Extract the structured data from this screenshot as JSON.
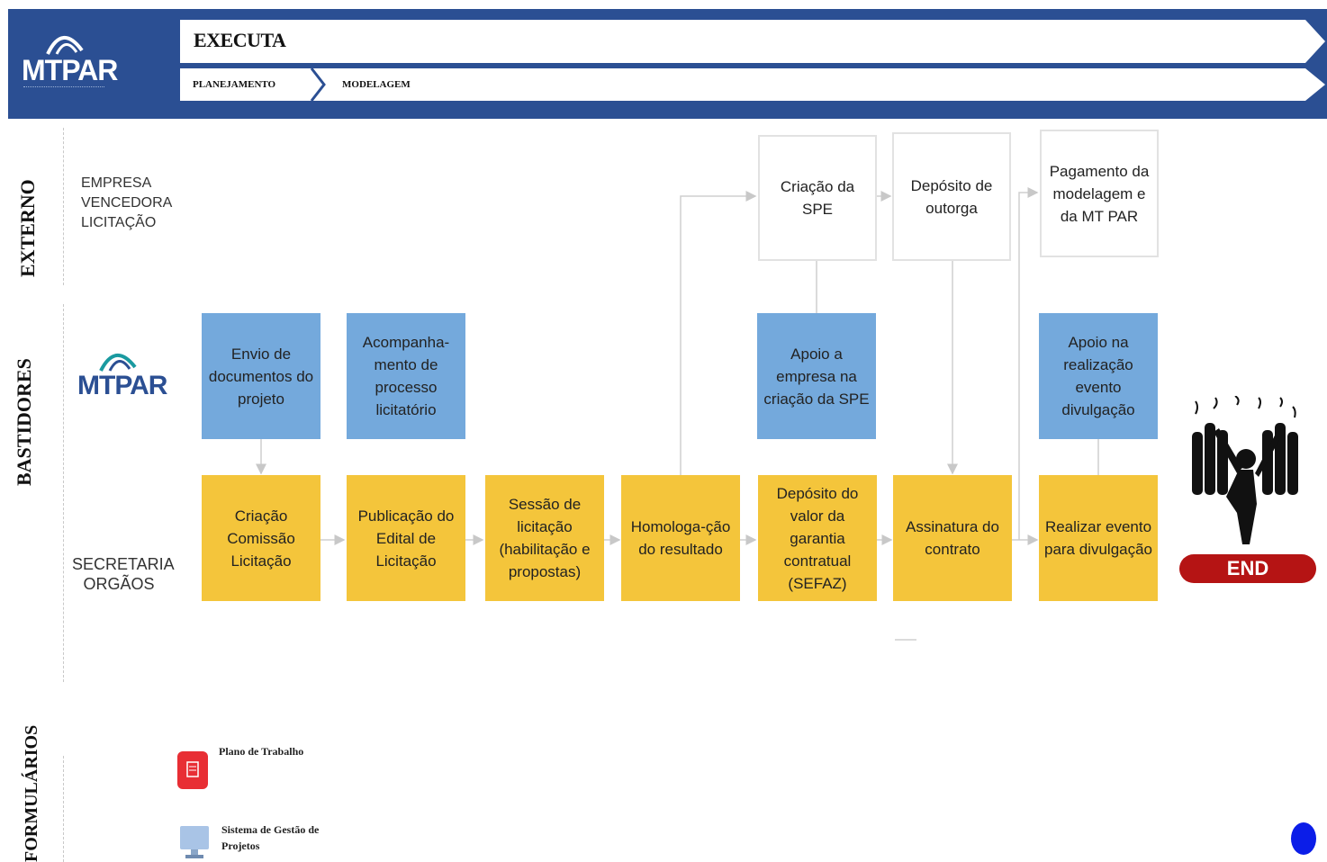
{
  "header": {
    "logo": "MTPAR",
    "title": "EXECUTA",
    "phases": [
      "PLANEJAMENTO",
      "MODELAGEM"
    ]
  },
  "lanes": {
    "externo": "EXTERNO",
    "bastidores": "BASTIDORES",
    "formularios": "FORMULÁRIOS"
  },
  "actors": {
    "empresa": "EMPRESA VENCEDORA LICITAÇÃO",
    "mtpar_logo": "MTPAR",
    "secretaria": "SECRETARIA ORGÃOS"
  },
  "boxes": {
    "envio": "Envio de documentos do projeto",
    "acompanhamento": "Acompanha-mento de processo licitatório",
    "apoio_spe": "Apoio a empresa na criação da SPE",
    "apoio_evento": "Apoio na realização evento divulgação",
    "criacao_spe": "Criação da SPE",
    "deposito_outorga": "Depósito de outorga",
    "pagamento": "Pagamento da modelagem e da MT PAR",
    "criacao_comissao": "Criação Comissão Licitação",
    "publicacao": "Publicação do Edital de Licitação",
    "sessao": "Sessão de licitação (habilitação e propostas)",
    "homologacao": "Homologa-ção do resultado",
    "deposito_garantia": "Depósito do valor da garantia contratual (SEFAZ)",
    "assinatura": "Assinatura do contrato",
    "realizar_evento": "Realizar evento para divulgação"
  },
  "end_label": "END",
  "forms": {
    "plano": "Plano de Trabalho",
    "sistema": "Sistema de Gestão de Projetos"
  },
  "colors": {
    "header": "#2b4f93",
    "blue_box": "#74a9dc",
    "yellow_box": "#f4c53b",
    "end": "#b51414"
  }
}
